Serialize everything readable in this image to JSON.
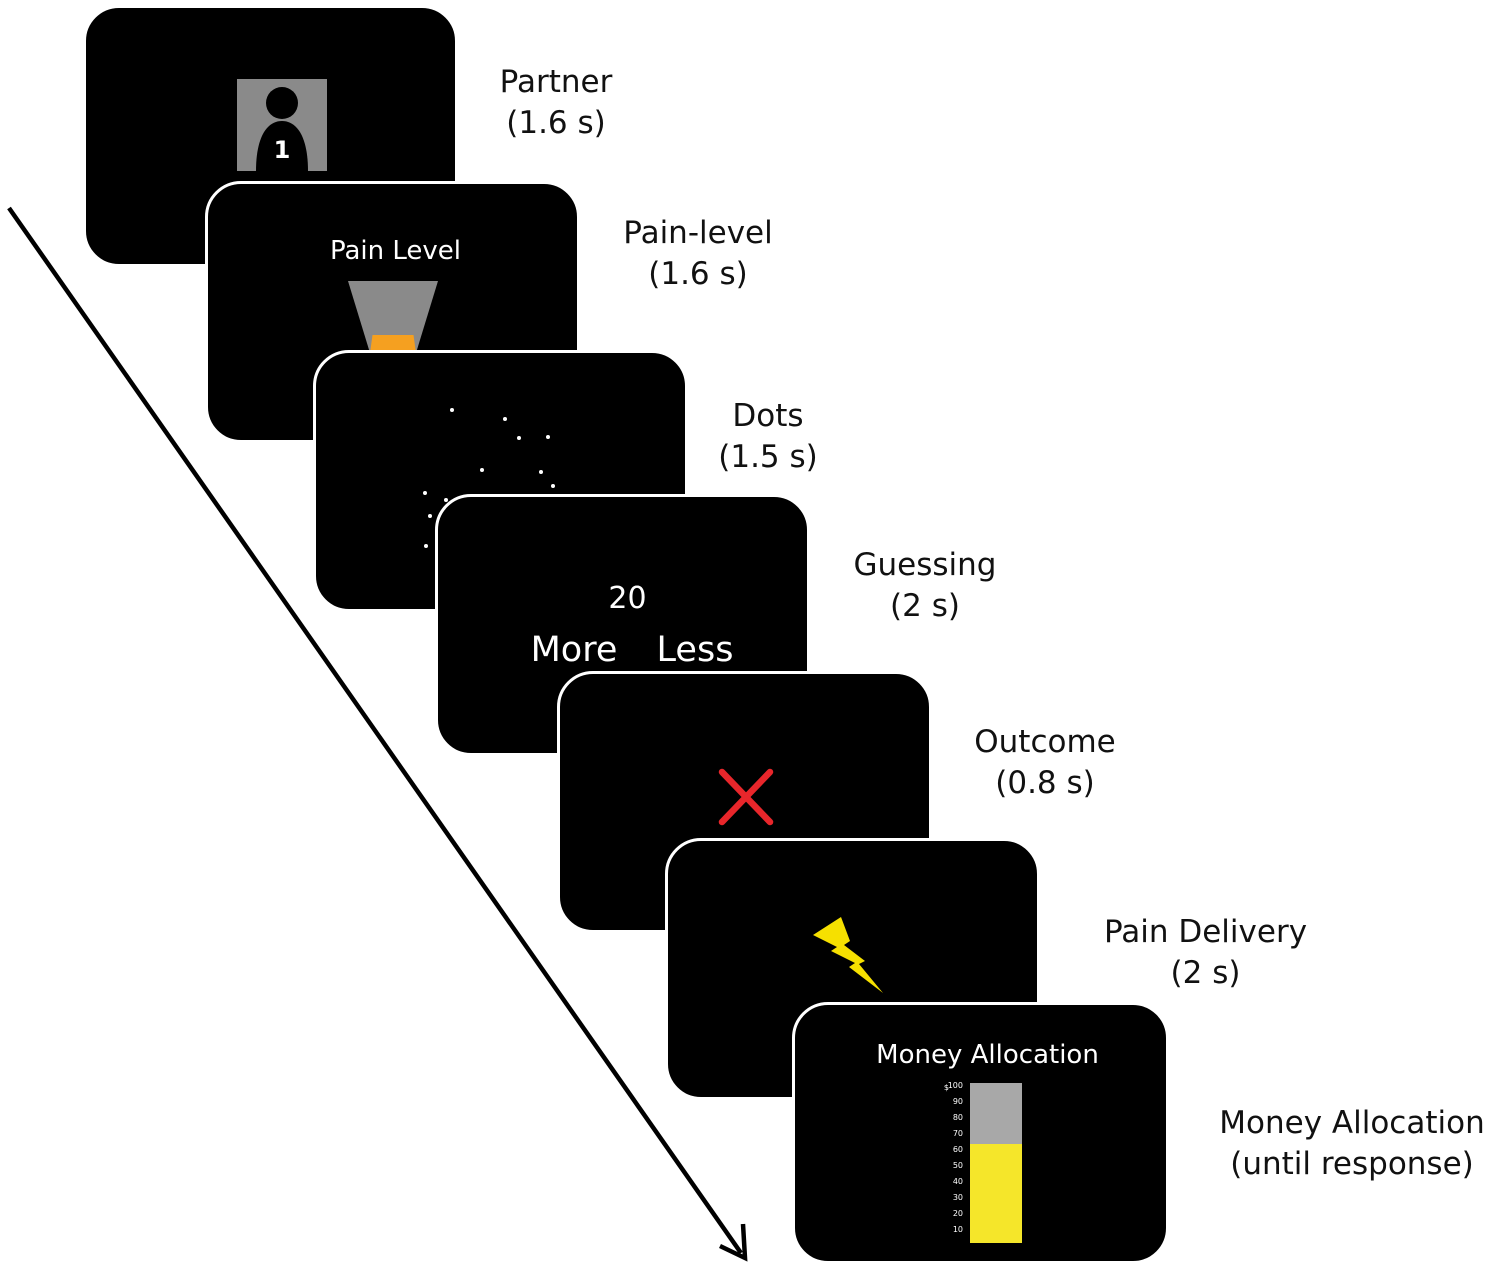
{
  "stages": [
    {
      "name": "Partner",
      "duration": "(1.6 s)"
    },
    {
      "name": "Pain-level",
      "duration": "(1.6 s)"
    },
    {
      "name": "Dots",
      "duration": "(1.5 s)"
    },
    {
      "name": "Guessing",
      "duration": "(2 s)"
    },
    {
      "name": "Outcome",
      "duration": "(0.8 s)"
    },
    {
      "name": "Pain Delivery",
      "duration": "(2 s)"
    },
    {
      "name": "Money Allocation",
      "duration": "(until response)"
    }
  ],
  "partner_screen": {
    "partner_number": "1",
    "icon": "person-silhouette-icon"
  },
  "pain_level_screen": {
    "title": "Pain Level",
    "icon": "funnel-gauge-icon",
    "level_fraction": 0.15,
    "fill_color": "#f5a020"
  },
  "guessing_screen": {
    "number": "20",
    "option_left": "More",
    "option_right": "Less"
  },
  "outcome_screen": {
    "icon": "red-x-icon",
    "color": "#e8262b"
  },
  "pain_delivery_screen": {
    "icon": "lightning-bolt-icon",
    "color": "#f6e000"
  },
  "money_screen": {
    "title": "Money Allocation",
    "currency": "$",
    "ticks": [
      "100",
      "90",
      "80",
      "70",
      "60",
      "50",
      "40",
      "30",
      "20",
      "10"
    ],
    "allocated_value": 62,
    "max_value": 100,
    "fill_color": "#f5e62a",
    "empty_color": "#a8a8a8"
  },
  "time_arrow": {
    "icon": "time-arrow-icon"
  }
}
